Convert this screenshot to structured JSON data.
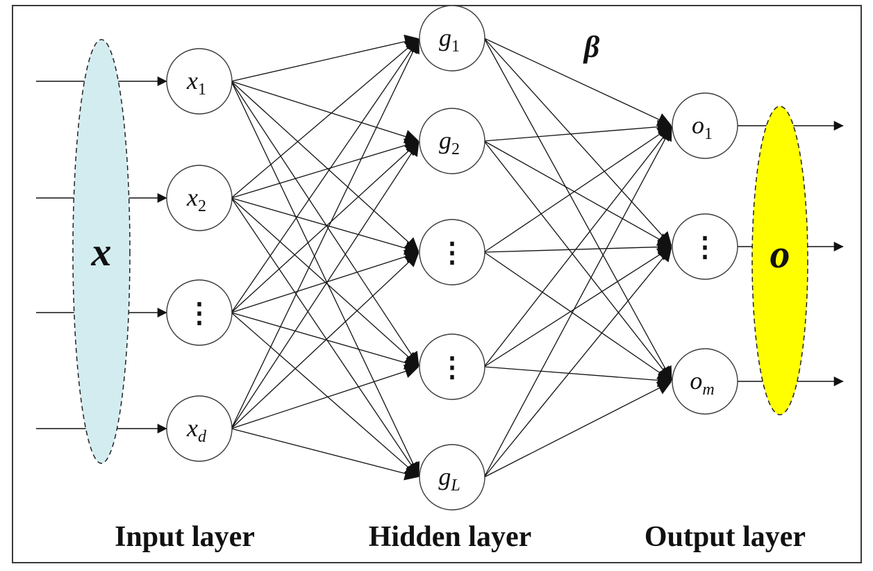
{
  "diagram": {
    "input_vector_label": "x",
    "output_vector_label": "o",
    "weight_label": "β",
    "input_ellipse_color": "#d3ecf0",
    "output_ellipse_color": "#ffff00",
    "input_nodes": [
      {
        "main": "x",
        "sub": "1"
      },
      {
        "main": "x",
        "sub": "2"
      },
      {
        "dots": "⋮"
      },
      {
        "main": "x",
        "sub": "d"
      }
    ],
    "hidden_nodes": [
      {
        "main": "g",
        "sub": "1"
      },
      {
        "main": "g",
        "sub": "2"
      },
      {
        "dots": "⋮"
      },
      {
        "dots": "⋮"
      },
      {
        "main": "g",
        "sub": "L"
      }
    ],
    "output_nodes": [
      {
        "main": "o",
        "sub": "1"
      },
      {
        "dots": "⋮"
      },
      {
        "main": "o",
        "sub": "m"
      }
    ],
    "layer_labels": {
      "input": "Input layer",
      "hidden": "Hidden layer",
      "output": "Output layer"
    }
  }
}
